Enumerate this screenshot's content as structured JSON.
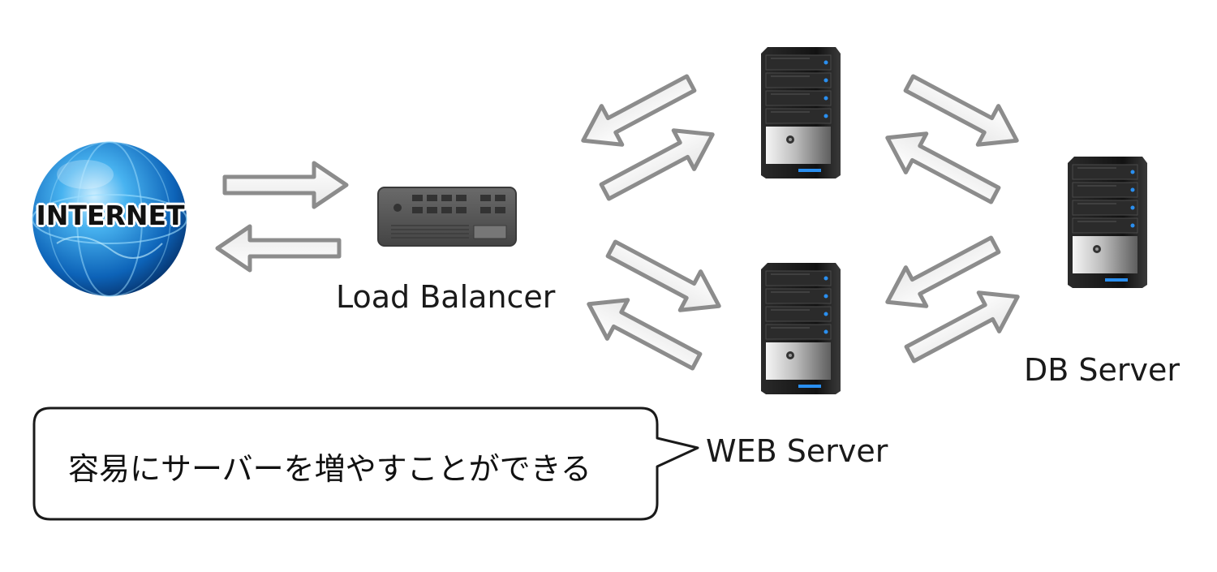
{
  "internet": {
    "label": "INTERNET"
  },
  "load_balancer": {
    "label": "Load Balancer"
  },
  "web_server": {
    "label": "WEB Server"
  },
  "db_server": {
    "label": "DB Server"
  },
  "callout": {
    "text": "容易にサーバーを増やすことができる"
  },
  "colors": {
    "arrow_fill": "#ffffff",
    "arrow_stroke": "#8c8c8c",
    "globe": "#1e88d8",
    "server_body": "#1b1b1b",
    "server_led": "#2a8ff0",
    "balancer": "#555555"
  }
}
